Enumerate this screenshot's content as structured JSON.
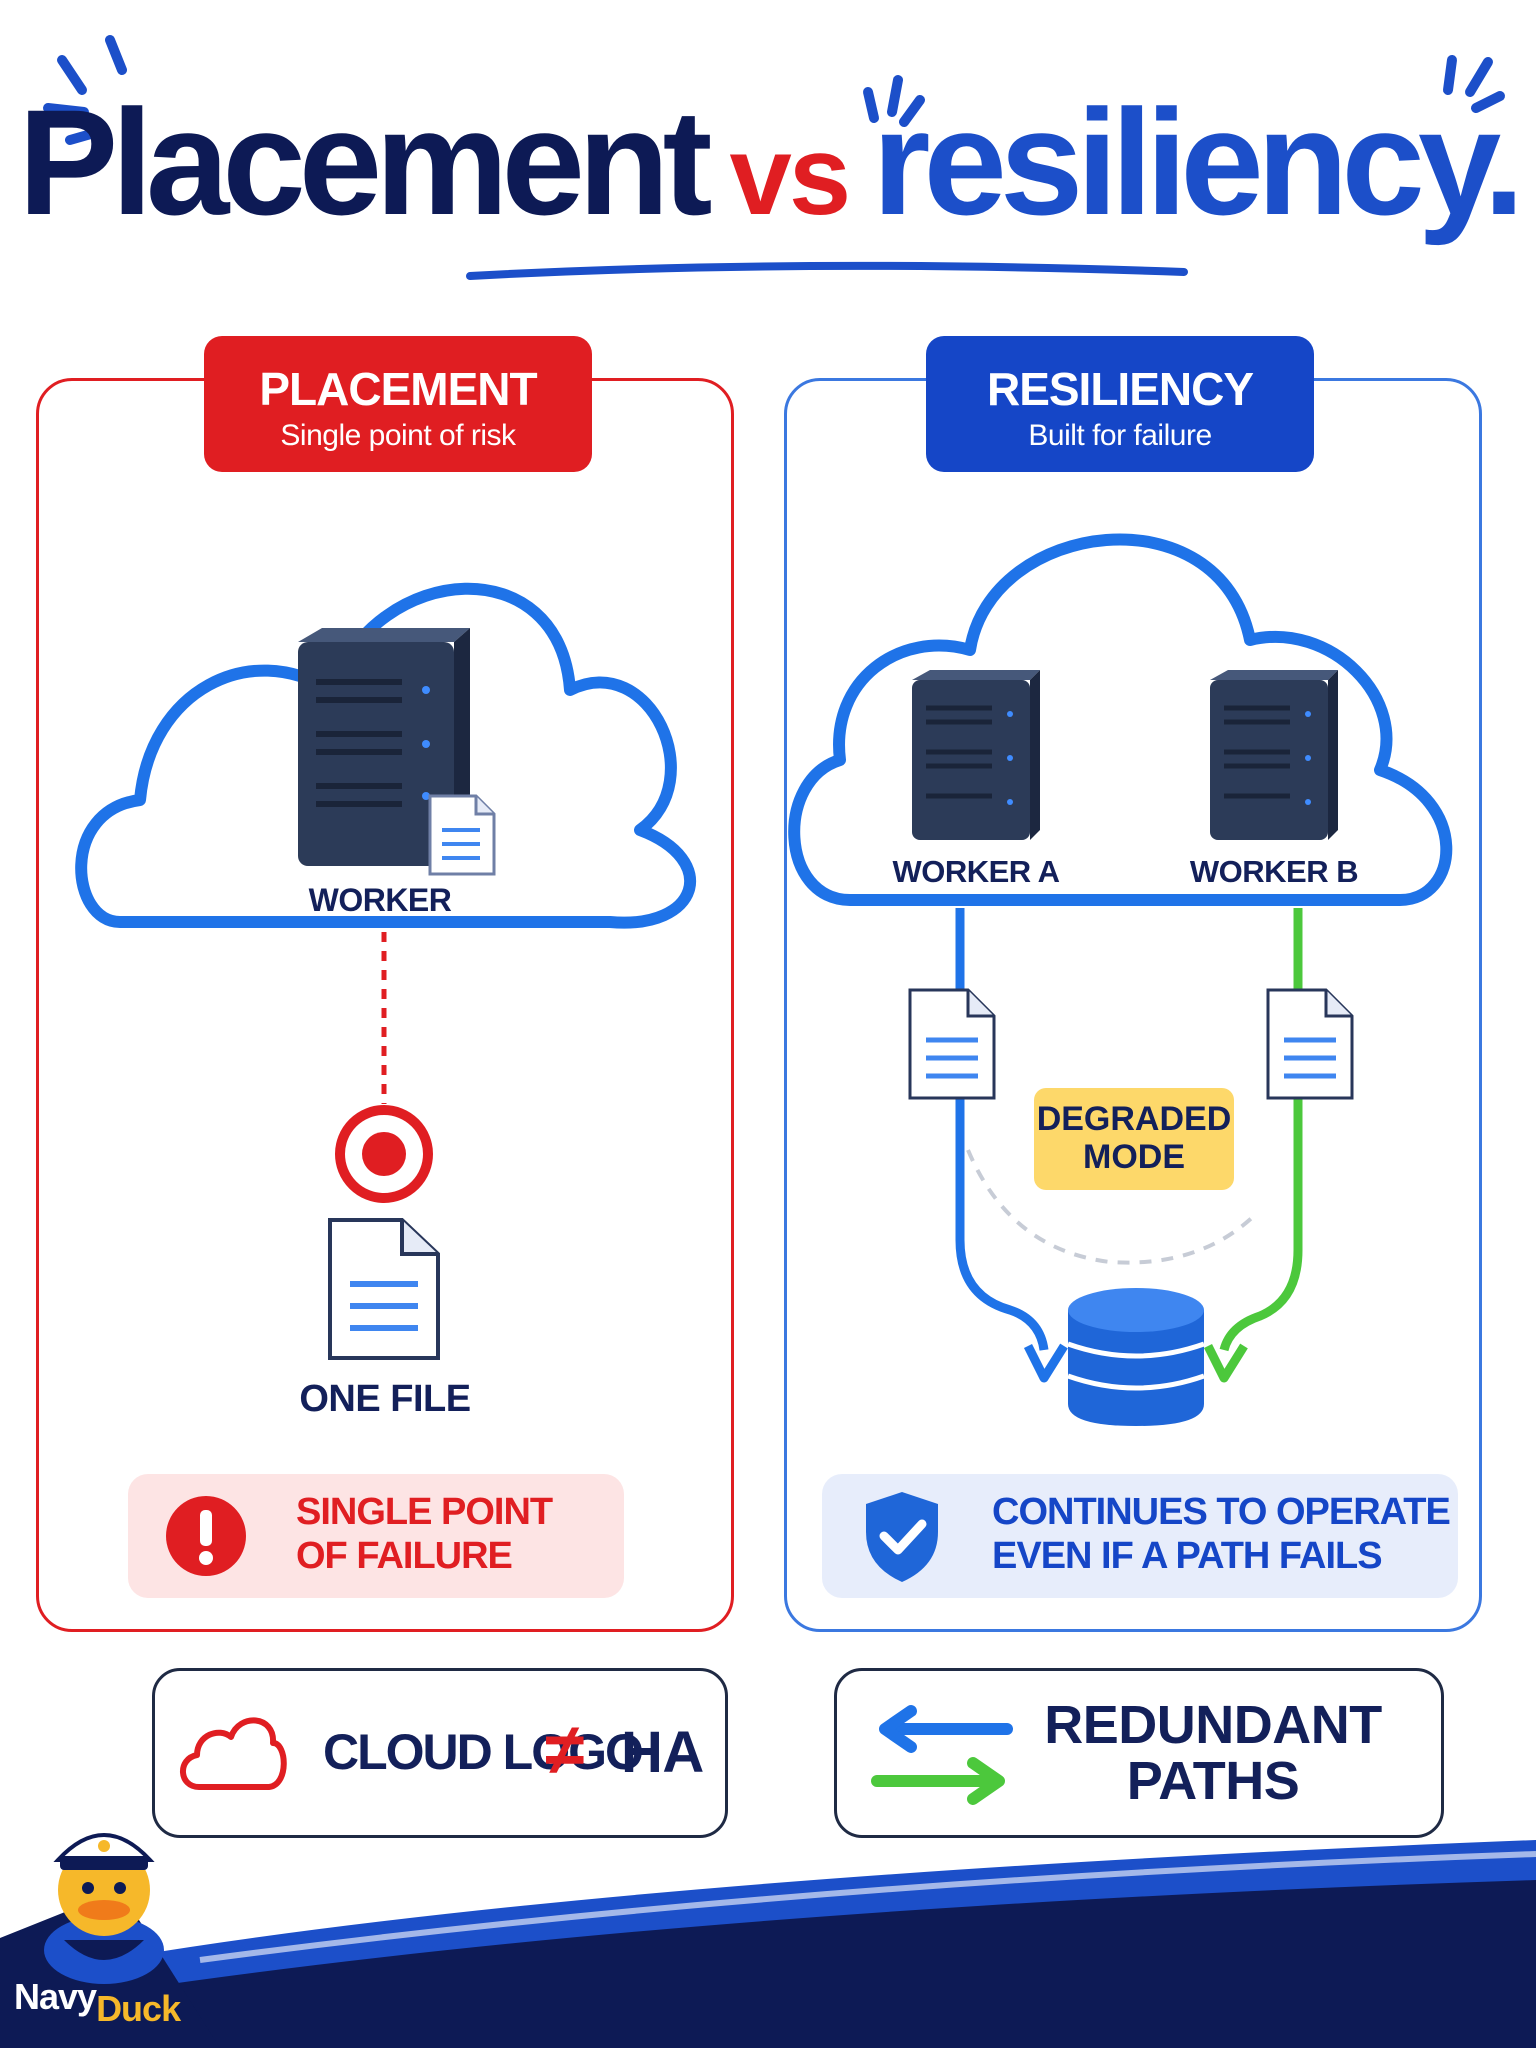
{
  "title": {
    "word1": "Placement",
    "word2": "vs",
    "word3": "resiliency."
  },
  "placement": {
    "heading": "PLACEMENT",
    "subheading": "Single point of risk",
    "worker_label": "WORKER",
    "file_label": "ONE FILE",
    "callout": {
      "line1": "SINGLE POINT",
      "line2": "OF FAILURE"
    }
  },
  "resiliency": {
    "heading": "RESILIENCY",
    "subheading": "Built for failure",
    "worker_a_label": "WORKER A",
    "worker_b_label": "WORKER B",
    "degraded": {
      "line1": "DEGRADED",
      "line2": "MODE"
    },
    "callout": {
      "line1": "CONTINUES TO OPERATE",
      "line2": "EVEN IF A PATH FAILS"
    }
  },
  "bottom_left": {
    "text1": "CLOUD LOGO",
    "symbol": "≠",
    "text2": "HA"
  },
  "bottom_right": {
    "line1": "REDUNDANT",
    "line2": "PATHS"
  },
  "brand": {
    "word1": "Navy",
    "word2": "Duck"
  },
  "icons": [
    "cloud-icon",
    "server-icon",
    "file-icon",
    "target-icon",
    "alert-icon",
    "shield-check-icon",
    "database-icon",
    "swap-arrows-icon",
    "duck-mascot-icon"
  ],
  "colors": {
    "red": "#e01e22",
    "navy": "#0d1a55",
    "blue": "#1c4fc9",
    "light_blue": "#3b78e0",
    "green": "#4cc83c",
    "yellow": "#fdd86a"
  }
}
